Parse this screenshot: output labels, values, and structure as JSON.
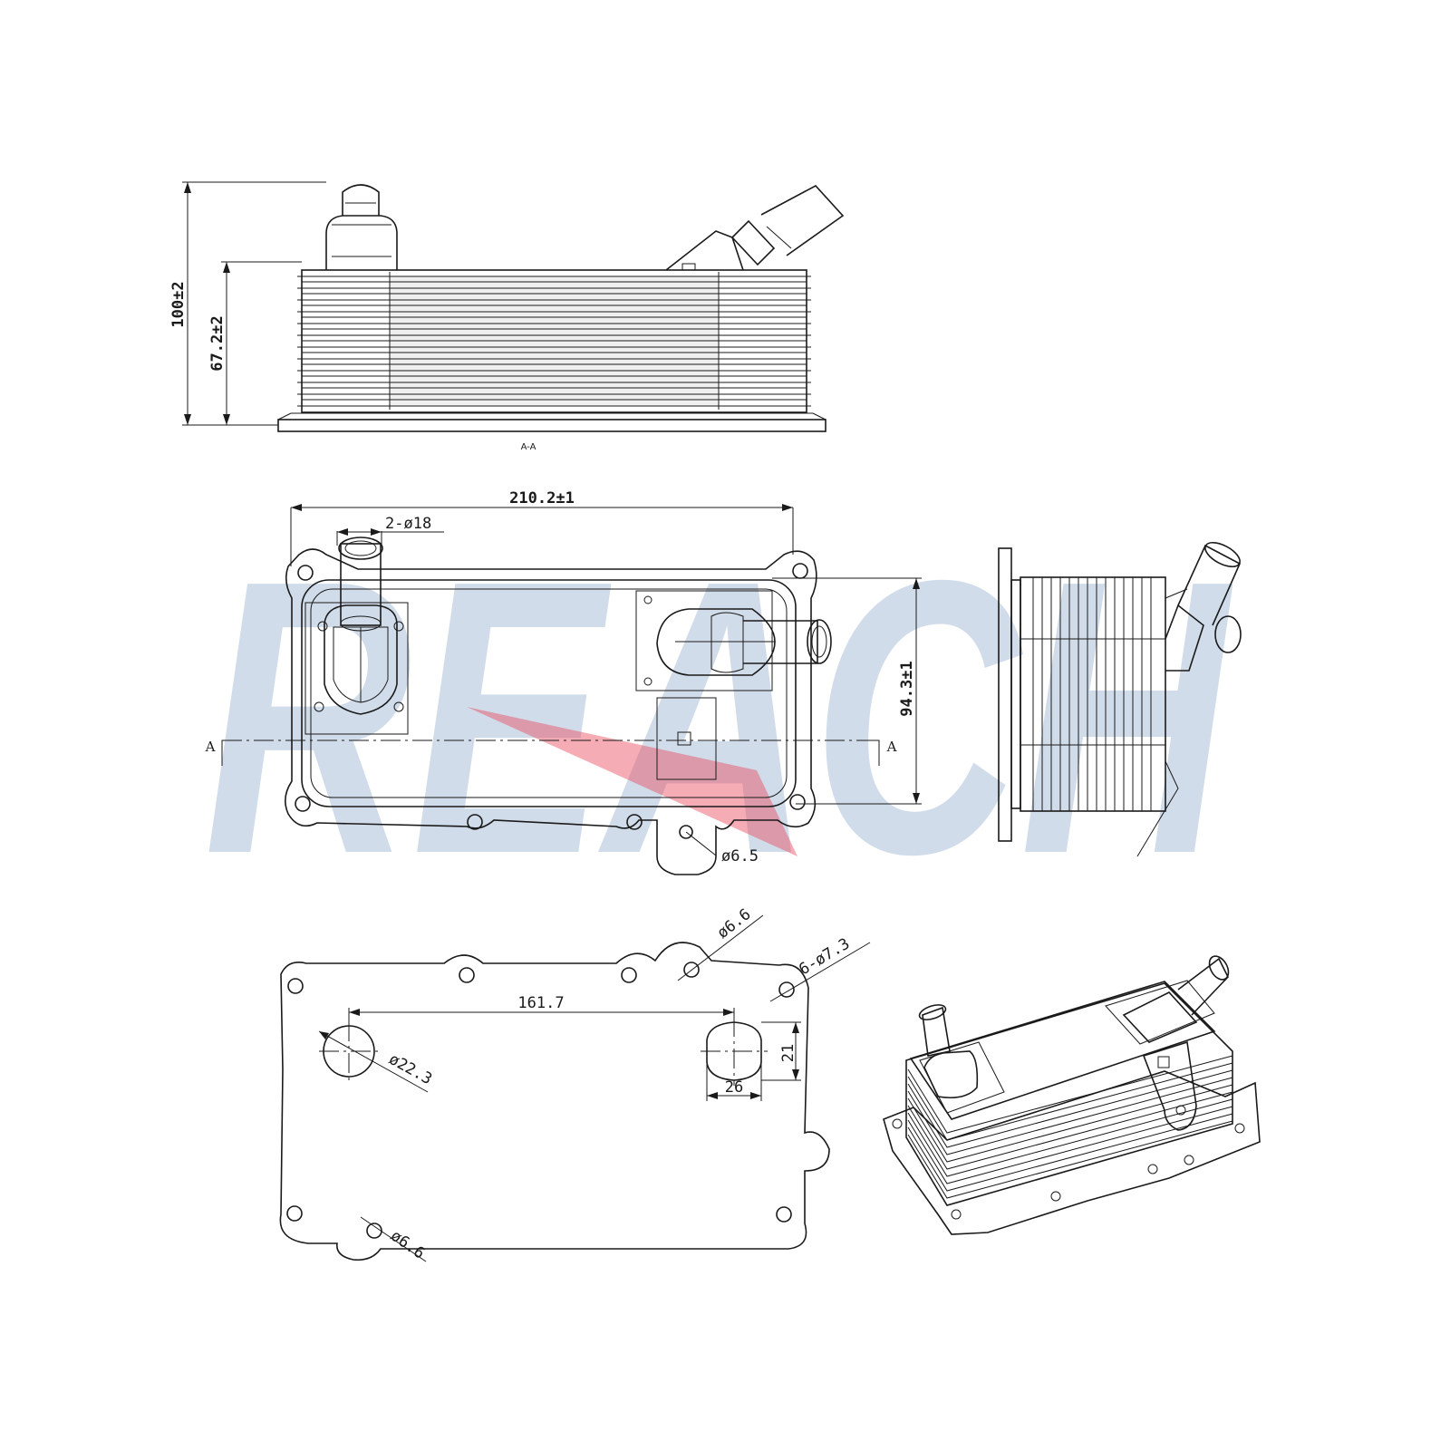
{
  "watermark": {
    "text": "REACH",
    "color": "#c9d6e6",
    "accent": "#e8485a"
  },
  "section_view": {
    "label": "A-A",
    "overall_height": "100±2",
    "stack_height": "67.2±2"
  },
  "front_view": {
    "overall_length": "210.2±1",
    "port_diameter": "2-ø18",
    "width": "94.3±1",
    "bracket_hole": "ø6.5",
    "section_mark_left": "A",
    "section_mark_right": "A"
  },
  "bottom_view": {
    "port_spacing": "161.7",
    "hole_a": "ø6.6",
    "holes_6x": "6-ø7.3",
    "port_bore": "ø22.3",
    "slot_height": "21",
    "slot_width": "26",
    "hole_b": "ø6.6"
  }
}
